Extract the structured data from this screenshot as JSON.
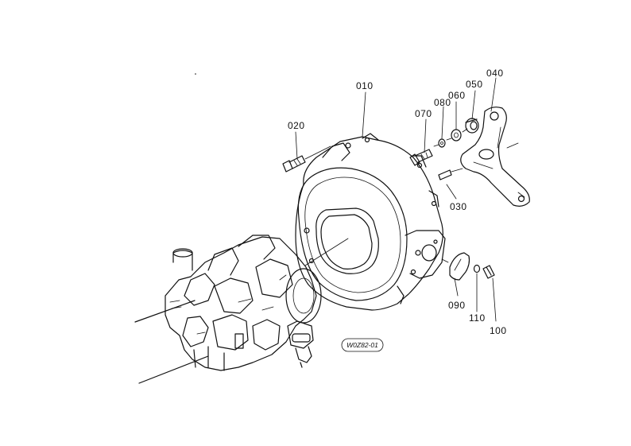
{
  "diagram": {
    "colors": {
      "ink": "#111111",
      "paper": "#ffffff"
    },
    "drawing_code": "W0Z82-01",
    "parts": [
      {
        "id": "010",
        "label": "010"
      },
      {
        "id": "020",
        "label": "020"
      },
      {
        "id": "030",
        "label": "030"
      },
      {
        "id": "040",
        "label": "040"
      },
      {
        "id": "050",
        "label": "050"
      },
      {
        "id": "060",
        "label": "060"
      },
      {
        "id": "070",
        "label": "070"
      },
      {
        "id": "080",
        "label": "080"
      },
      {
        "id": "090",
        "label": "090"
      },
      {
        "id": "100",
        "label": "100"
      },
      {
        "id": "110",
        "label": "110"
      }
    ]
  }
}
